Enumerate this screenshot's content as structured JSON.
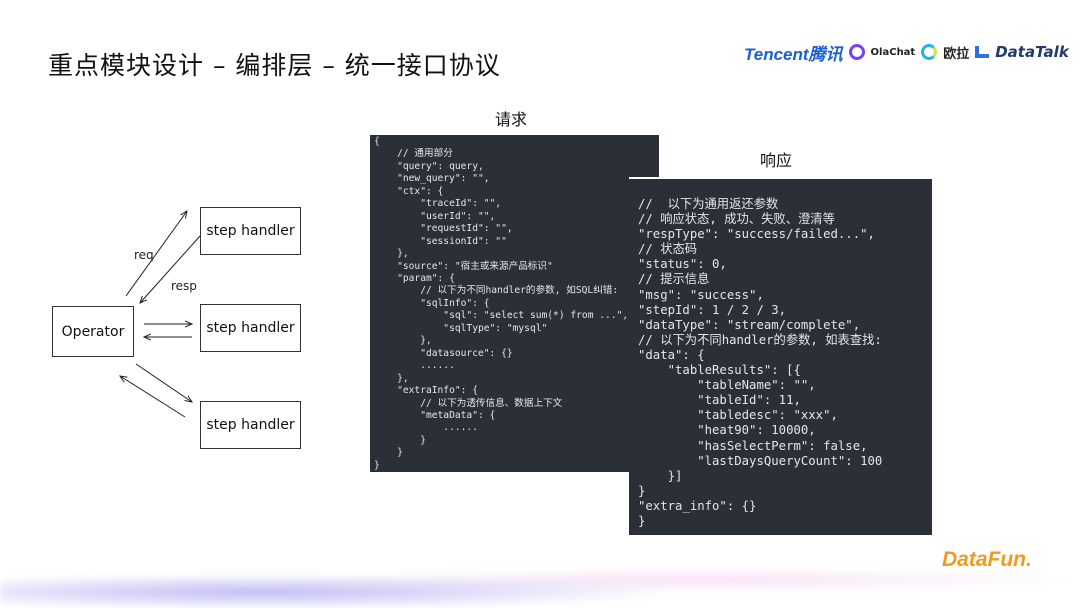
{
  "title": "重点模块设计  –  编排层  –  统一接口协议",
  "logos": {
    "tencent": "Tencent腾讯",
    "olachat": "OlaChat",
    "oula": "欧拉",
    "datatalk": "DataTalk",
    "datafun": "DataFun."
  },
  "diagram": {
    "operator": "Operator",
    "handlers": [
      "step handler",
      "step handler",
      "step handler"
    ],
    "req": "req",
    "resp": "resp"
  },
  "request": {
    "label": "请求",
    "code": "{\n    // 通用部分\n    \"query\": query,\n    \"new_query\": \"\",\n    \"ctx\": {\n        \"traceId\": \"\",\n        \"userId\": \"\",\n        \"requestId\": \"\",\n        \"sessionId\": \"\"\n    },\n    \"source\": \"宿主或来源产品标识\"\n    \"param\": {\n        // 以下为不同handler的参数, 如SQL纠错:\n        \"sqlInfo\": {\n            \"sql\": \"select sum(*) from ...\",\n            \"sqlType\": \"mysql\"\n        },\n        \"datasource\": {}\n        ......\n    },\n    \"extraInfo\": {\n        // 以下为透传信息、数据上下文\n        \"metaData\": {\n            ......\n        }\n    }\n}"
  },
  "response": {
    "label": "响应",
    "code": "//  以下为通用返还参数\n// 响应状态, 成功、失败、澄清等\n\"respType\": \"success/failed...\",\n// 状态码\n\"status\": 0,\n// 提示信息\n\"msg\": \"success\",\n\"stepId\": 1 / 2 / 3,\n\"dataType\": \"stream/complete\",\n// 以下为不同handler的参数, 如表查找:\n\"data\": {\n    \"tableResults\": [{\n        \"tableName\": \"\",\n        \"tableId\": 11,\n        \"tabledesc\": \"xxx\",\n        \"heat90\": 10000,\n        \"hasSelectPerm\": false,\n        \"lastDaysQueryCount\": 100\n    }]\n}\n\"extra_info\": {}\n}"
  }
}
